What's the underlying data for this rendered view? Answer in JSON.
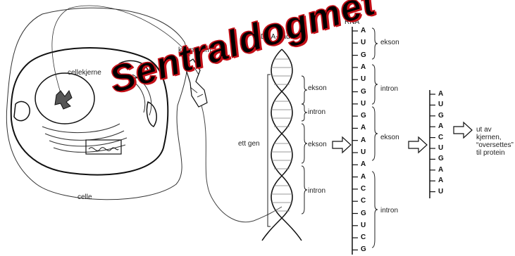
{
  "title": "Sentraldogmet",
  "labels": {
    "cell": "celle",
    "nucleus": "cellekjerne",
    "chromosome": "kromosom",
    "dna_strand": "DNA-tråd",
    "gene": "ett gen",
    "rna": "RNA",
    "exon": "ekson",
    "intron": "intron",
    "out_line1": "ut av",
    "out_line2": "kjernen,",
    "out_line3": "“oversettes”",
    "out_line4": "til protein"
  },
  "rna_sequence": [
    "A",
    "U",
    "G",
    "A",
    "U",
    "G",
    "U",
    "G",
    "A",
    "A",
    "U",
    "A",
    "A",
    "C",
    "C",
    "G",
    "U",
    "C",
    "G"
  ],
  "mrna_sequence": [
    "A",
    "U",
    "G",
    "A",
    "C",
    "U",
    "G",
    "A",
    "A",
    "U"
  ],
  "dna_segments": [
    "ekson",
    "intron",
    "ekson",
    "intron"
  ],
  "rna_segments": [
    "ekson",
    "intron",
    "ekson",
    "intron"
  ],
  "colors": {
    "title_fill": "#000000",
    "title_outline": "#c41018",
    "line": "#222222"
  }
}
